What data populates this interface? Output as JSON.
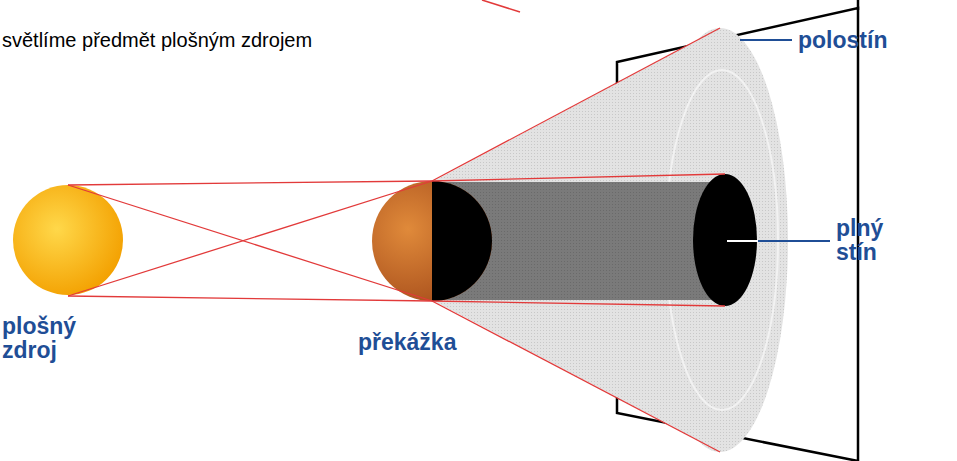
{
  "diagram": {
    "labels": [
      "světlíme předmět plošným zdrojem",
      "polostín",
      "plný stín",
      "plošný zdroj",
      "překážka"
    ]
  }
}
